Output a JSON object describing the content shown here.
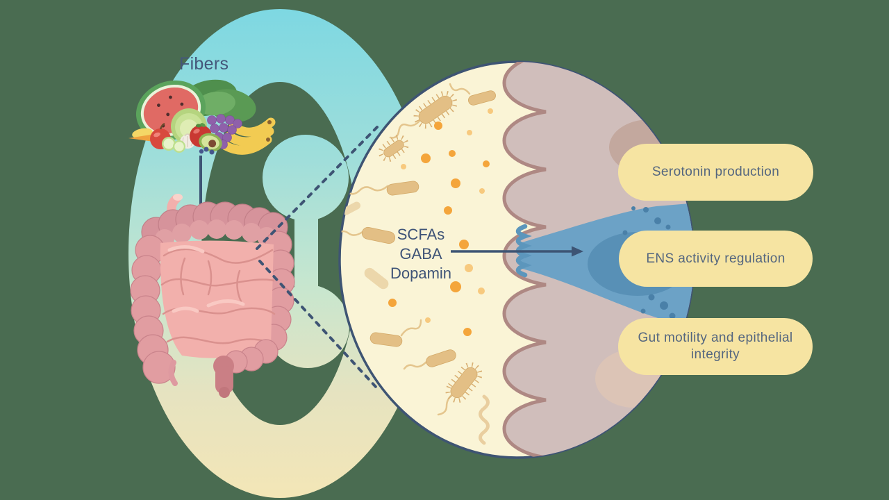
{
  "diagram": {
    "fibers_label": "Fibers",
    "molecules": [
      "SCFAs",
      "GABA",
      "Dopamin"
    ],
    "outcomes": [
      {
        "label": "Serotonin production"
      },
      {
        "label": "ENS activity regulation"
      },
      {
        "label": "Gut motility and epithelial integrity"
      }
    ],
    "illustrations": [
      "fruits-and-vegetables-fibers",
      "intestine",
      "magnified-gut-lumen",
      "gut-bacteria",
      "scfa-molecule-dots",
      "intestinal-villi-epithelium",
      "ens-neuron"
    ]
  },
  "colors": {
    "background": "#4A6C51",
    "label_text": "#3E5377",
    "fibers_text": "#44577A",
    "pill_background": "#F6E4A2",
    "pill_text": "#54667F",
    "magnifier_border": "#3E5473",
    "lumen_fill": "#FAF4D6",
    "tissue_fill": "#D0BEBB",
    "villi_line": "#AE8883",
    "neuron_blue": "#6CA2C6",
    "neuron_blue_dark": "#5890B6",
    "bacteria_tan": "#E3BF85",
    "molecule_orange": "#F4A53B",
    "arrow_color": "#3D5474",
    "intestine_pink": "#E19DA1",
    "intestine_inner_pink": "#F2B0AC",
    "ring_gradient_top": "#7ED8E2",
    "ring_gradient_middle": "#C6E6CF",
    "ring_gradient_bottom": "#F4E6B6"
  }
}
